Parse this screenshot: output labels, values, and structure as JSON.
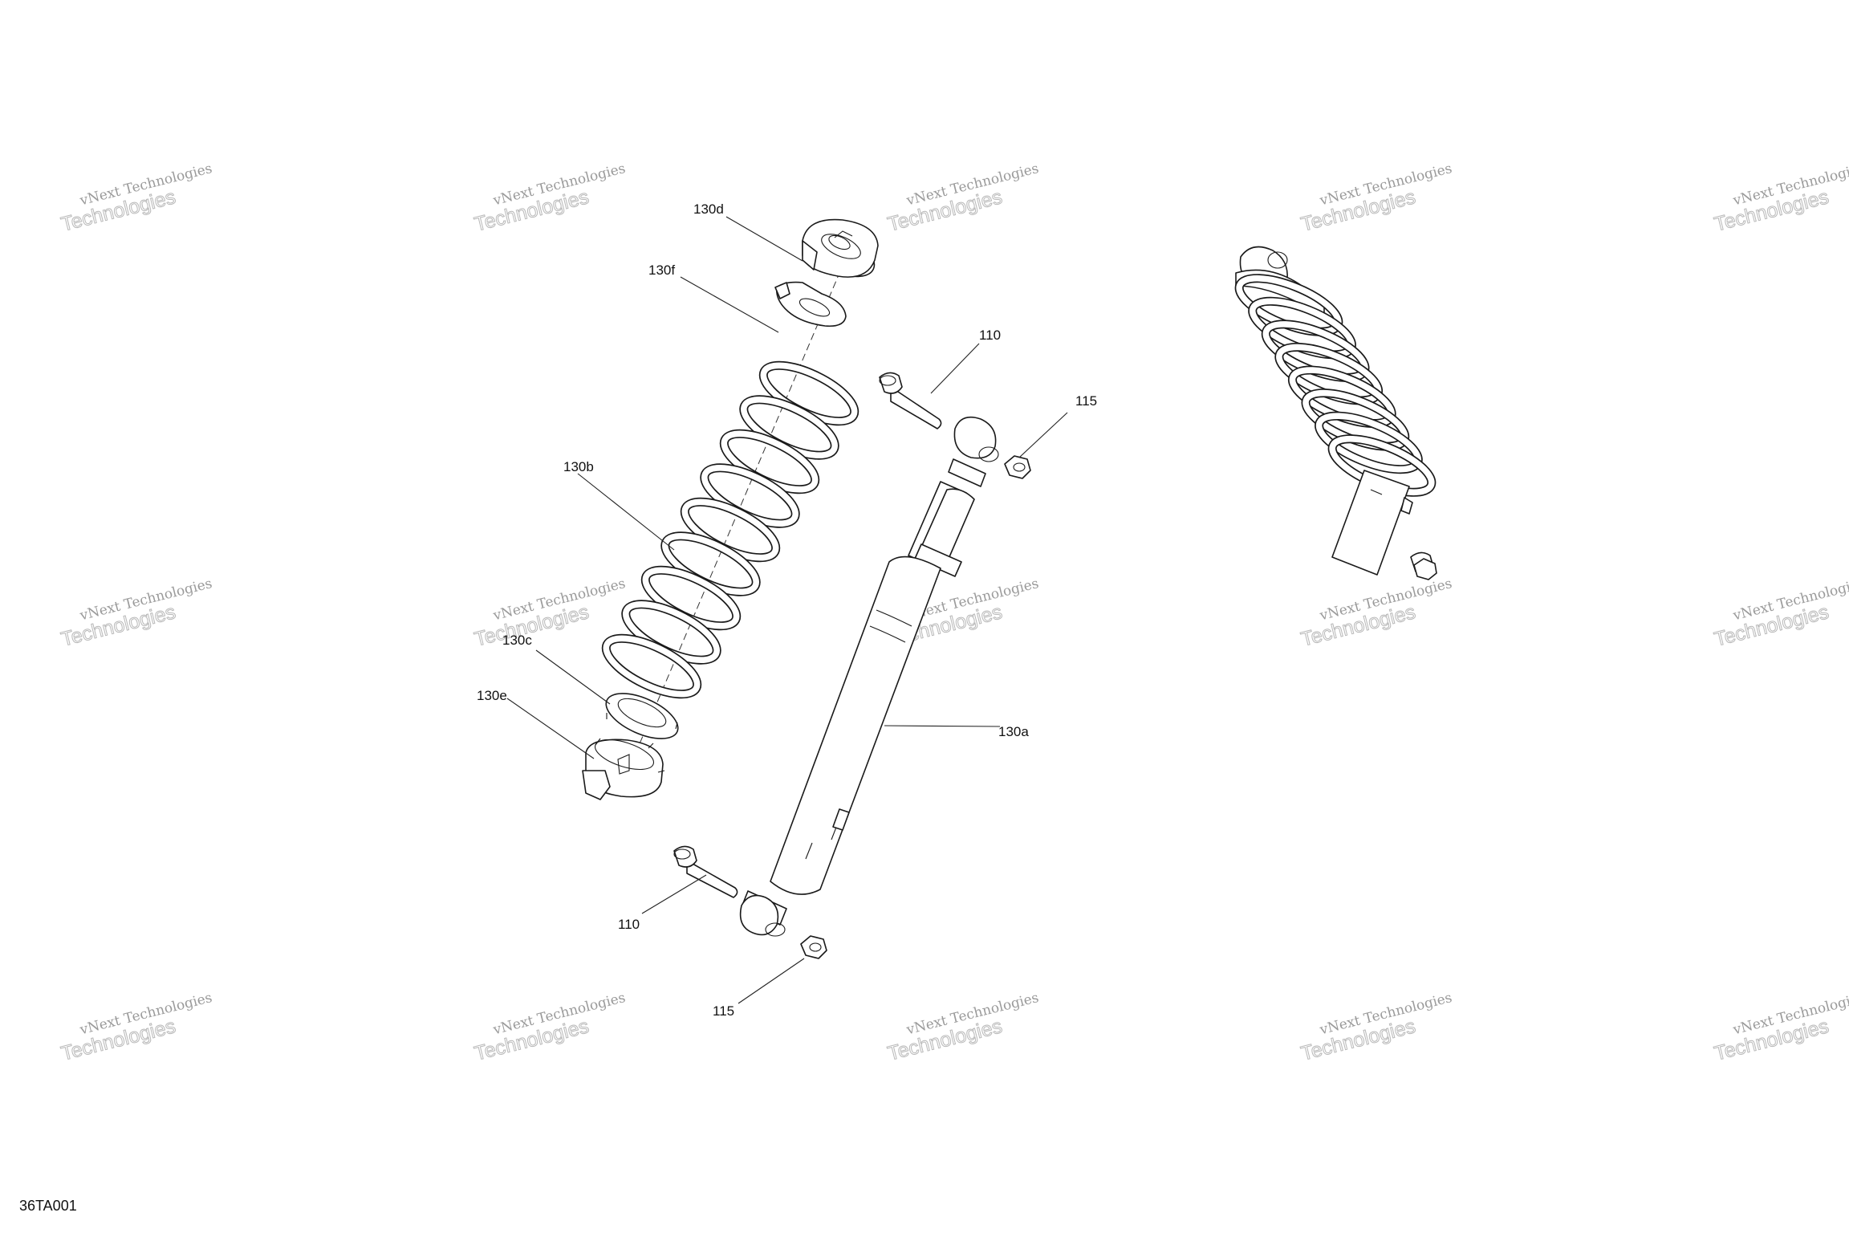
{
  "figure_id": "36TA001",
  "watermark": {
    "line1": "vNext Technologies",
    "line2": "vNext Technologies",
    "line3": "Technologies"
  },
  "callouts": {
    "spring_top_cup": "130d",
    "spring_retainer_clip": "130f",
    "coil_spring": "130b",
    "spring_seat_ring": "130c",
    "adjuster_collar": "130e",
    "shock_body": "130a",
    "upper_bolt": "110",
    "upper_nut": "115",
    "lower_bolt": "110",
    "lower_nut": "115"
  }
}
